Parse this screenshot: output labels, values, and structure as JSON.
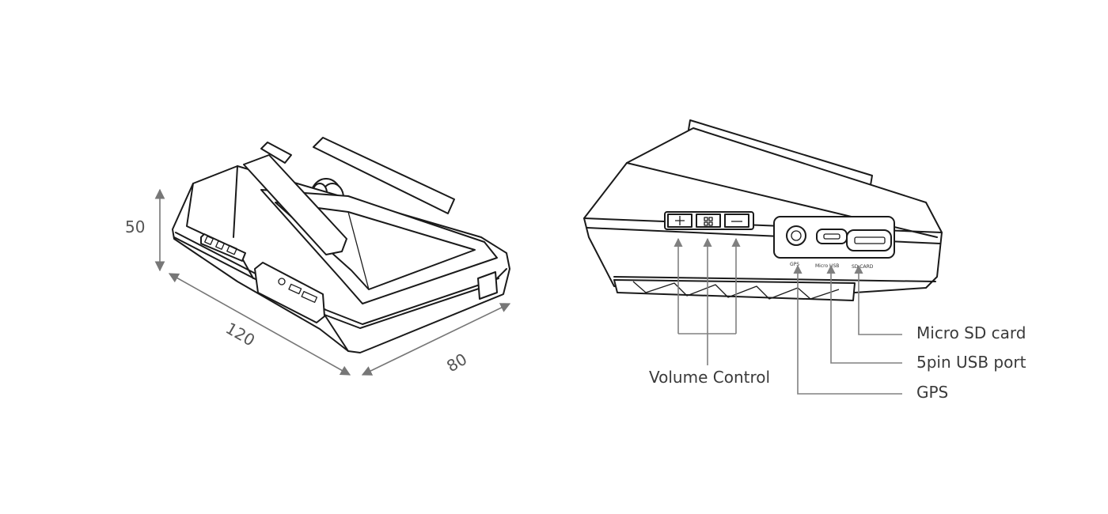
{
  "dimensions": {
    "height": "50",
    "length": "120",
    "width": "80"
  },
  "port_labels": {
    "gps": "GPS",
    "micro_usb": "Micro USB",
    "sd_card": "SD CARD"
  },
  "callouts": {
    "volume_control": "Volume Control",
    "micro_sd_card": "Micro SD card",
    "usb_port": "5pin USB port",
    "gps": "GPS"
  },
  "colors": {
    "line": "#1a1a1a",
    "dimension": "#777777",
    "leader": "#808080"
  }
}
